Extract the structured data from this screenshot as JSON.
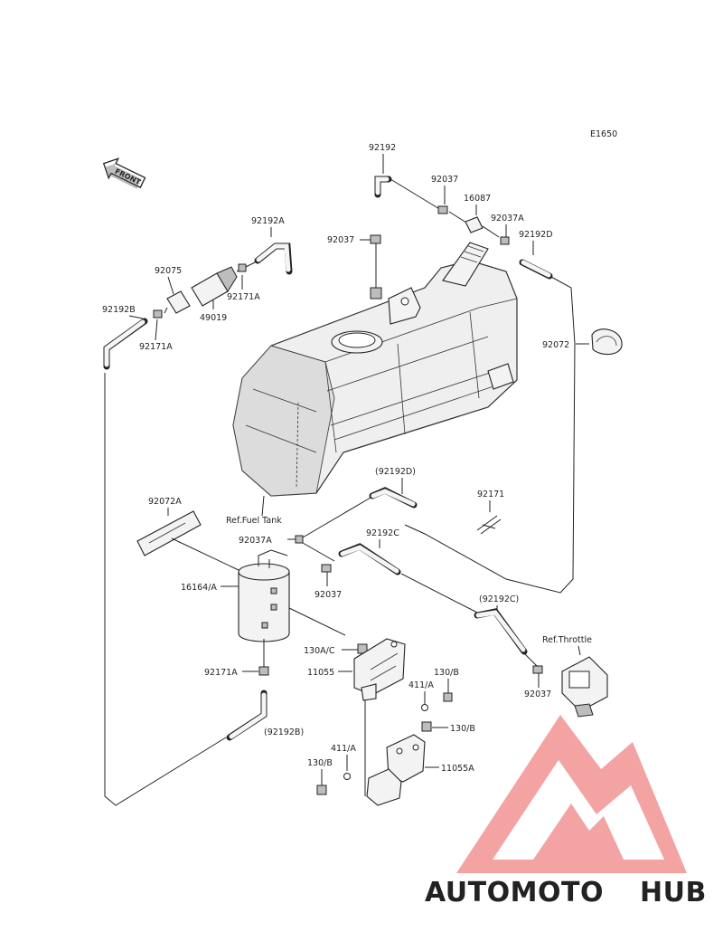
{
  "diagram_code": "E1650",
  "front_label": "FRONT",
  "watermark": {
    "part1": "AUTOMOTO",
    "part2": "HUB",
    "color1": "#f4b86e",
    "color2": "#5a6670",
    "logo_color": "#f08080"
  },
  "labels": {
    "p92192": "92192",
    "p92037_top": "92037",
    "p16087": "16087",
    "p92037A_top": "92037A",
    "p92192D": "92192D",
    "p92192A": "92192A",
    "p92075": "92075",
    "p92171A_1": "92171A",
    "p49019": "49019",
    "p92037_mid": "92037",
    "p92192B": "92192B",
    "p92171A_2": "92171A",
    "p92072": "92072",
    "ref_tank": "Ref.Fuel Tank",
    "p92192D_paren": "(92192D)",
    "p92171": "92171",
    "p92072A": "92072A",
    "p92037A_mid": "92037A",
    "p92192C": "92192C",
    "p16164A": "16164/A",
    "p92037_low": "92037",
    "p92192C_paren": "(92192C)",
    "ref_throttle": "Ref.Throttle",
    "p130AC": "130A/C",
    "p11055": "11055",
    "p130B_1": "130/B",
    "p411A_1": "411/A",
    "p92171A_3": "92171A",
    "p92037_right": "92037",
    "p130B_2": "130/B",
    "p92192B_paren": "(92192B)",
    "p411A_2": "411/A",
    "p11055A": "11055A",
    "p130B_3": "130/B"
  }
}
